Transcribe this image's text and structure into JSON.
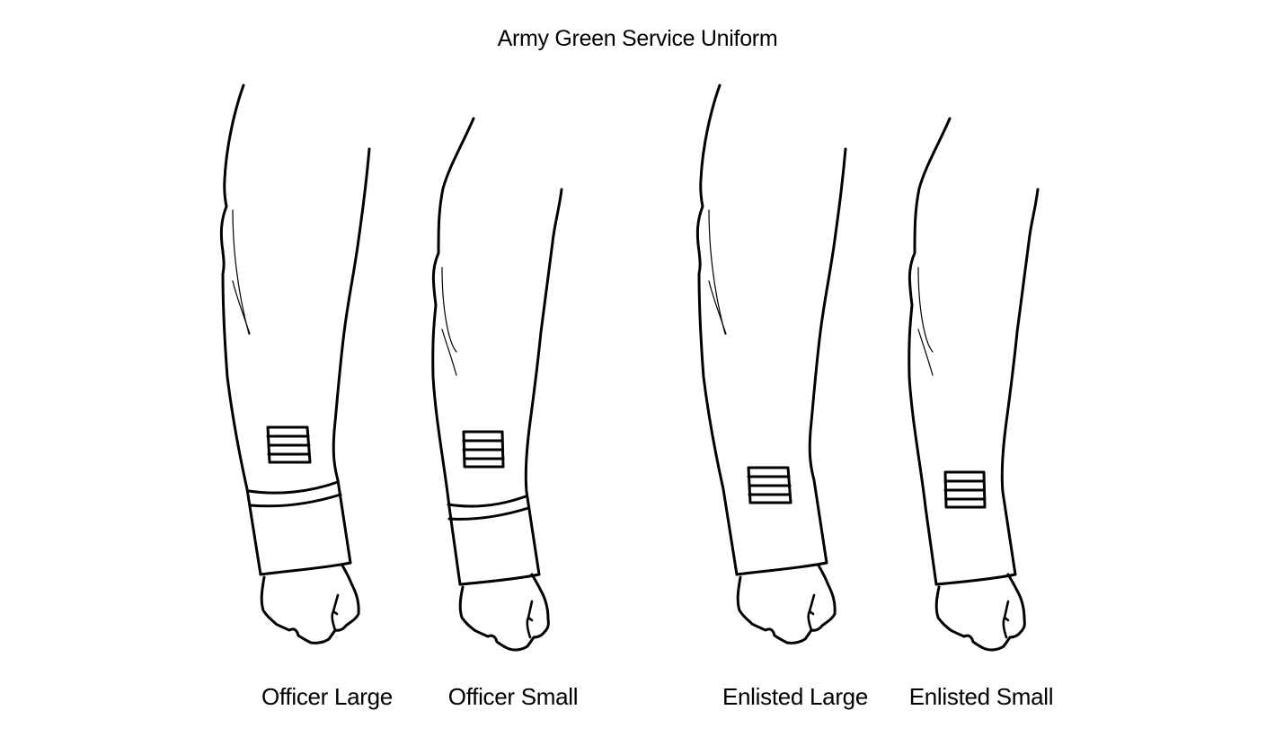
{
  "title": "Army Green Service Uniform",
  "sleeves": [
    {
      "label": "Officer Large",
      "rank": "Officer",
      "size": "Large",
      "has_cuff_braid": true,
      "service_stripes": 4
    },
    {
      "label": "Officer Small",
      "rank": "Officer",
      "size": "Small",
      "has_cuff_braid": true,
      "service_stripes": 4
    },
    {
      "label": "Enlisted Large",
      "rank": "Enlisted",
      "size": "Large",
      "has_cuff_braid": false,
      "service_stripes": 4
    },
    {
      "label": "Enlisted Small",
      "rank": "Enlisted",
      "size": "Small",
      "has_cuff_braid": false,
      "service_stripes": 4
    }
  ],
  "colors": {
    "line": "#000000",
    "background": "#ffffff"
  }
}
